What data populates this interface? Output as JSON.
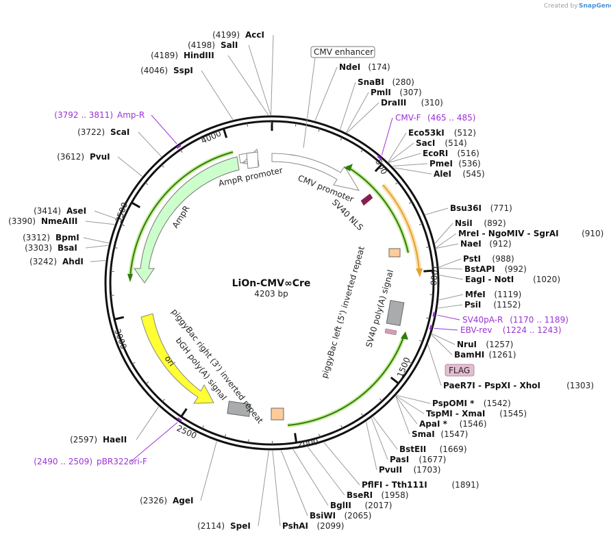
{
  "brand": {
    "created_by": "Created by",
    "name": "SnapGene"
  },
  "plasmid": {
    "name": "LiOn-CMV∞Cre",
    "size_label": "4203 bp",
    "length": 4203
  },
  "ticks": [
    "500",
    "1000",
    "1500",
    "2000",
    "2500",
    "3000",
    "3500",
    "4000"
  ],
  "enzymes": [
    {
      "pos": "(174)",
      "name": "NdeI",
      "bp": 174
    },
    {
      "pos": "(280)",
      "name": "SnaBI",
      "bp": 280
    },
    {
      "pos": "(307)",
      "name": "PmlI",
      "bp": 307
    },
    {
      "pos": "(310)",
      "name": "DraIII",
      "bp": 310
    },
    {
      "pos": "(512)",
      "name": "Eco53kI",
      "bp": 512
    },
    {
      "pos": "(514)",
      "name": "SacI",
      "bp": 514
    },
    {
      "pos": "(516)",
      "name": "EcoRI",
      "bp": 516
    },
    {
      "pos": "(536)",
      "name": "PmeI",
      "bp": 536
    },
    {
      "pos": "(545)",
      "name": "AleI",
      "bp": 545
    },
    {
      "pos": "(771)",
      "name": "Bsu36I",
      "bp": 771
    },
    {
      "pos": "(892)",
      "name": "NsiI",
      "bp": 892
    },
    {
      "pos": "(910)",
      "name": "MreI - NgoMIV - SgrAI",
      "bp": 910
    },
    {
      "pos": "(912)",
      "name": "NaeI",
      "bp": 912
    },
    {
      "pos": "(988)",
      "name": "PstI",
      "bp": 988
    },
    {
      "pos": "(992)",
      "name": "BstAPI",
      "bp": 992
    },
    {
      "pos": "(1020)",
      "name": "EagI - NotI",
      "bp": 1020
    },
    {
      "pos": "(1119)",
      "name": "MfeI",
      "bp": 1119
    },
    {
      "pos": "(1152)",
      "name": "PsiI",
      "bp": 1152
    },
    {
      "pos": "(1257)",
      "name": "NruI",
      "bp": 1257
    },
    {
      "pos": "(1261)",
      "name": "BamHI",
      "bp": 1261
    },
    {
      "pos": "(1303)",
      "name": "PaeR7I - PspXI - XhoI",
      "bp": 1303
    },
    {
      "pos": "(1542)",
      "name": "PspOMI *",
      "bp": 1542
    },
    {
      "pos": "(1545)",
      "name": "TspMI - XmaI",
      "bp": 1545
    },
    {
      "pos": "(1546)",
      "name": "ApaI *",
      "bp": 1546
    },
    {
      "pos": "(1547)",
      "name": "SmaI",
      "bp": 1547
    },
    {
      "pos": "(1669)",
      "name": "BstEII",
      "bp": 1669
    },
    {
      "pos": "(1677)",
      "name": "PasI",
      "bp": 1677
    },
    {
      "pos": "(1703)",
      "name": "PvuII",
      "bp": 1703
    },
    {
      "pos": "(1891)",
      "name": "PflFI - Tth111I",
      "bp": 1891
    },
    {
      "pos": "(1958)",
      "name": "BseRI",
      "bp": 1958
    },
    {
      "pos": "(2017)",
      "name": "BglII",
      "bp": 2017
    },
    {
      "pos": "(2065)",
      "name": "BsiWI",
      "bp": 2065
    },
    {
      "pos": "(2099)",
      "name": "PshAI",
      "bp": 2099
    },
    {
      "pos": "(2114)",
      "name": "SpeI",
      "bp": 2114
    },
    {
      "pos": "(2326)",
      "name": "AgeI",
      "bp": 2326
    },
    {
      "pos": "(2597)",
      "name": "HaeII",
      "bp": 2597
    },
    {
      "pos": "(3242)",
      "name": "AhdI",
      "bp": 3242
    },
    {
      "pos": "(3303)",
      "name": "BsaI",
      "bp": 3303
    },
    {
      "pos": "(3312)",
      "name": "BpmI",
      "bp": 3312
    },
    {
      "pos": "(3390)",
      "name": "NmeAIII",
      "bp": 3390
    },
    {
      "pos": "(3414)",
      "name": "AseI",
      "bp": 3414
    },
    {
      "pos": "(3612)",
      "name": "PvuI",
      "bp": 3612
    },
    {
      "pos": "(3722)",
      "name": "ScaI",
      "bp": 3722
    },
    {
      "pos": "(4046)",
      "name": "SspI",
      "bp": 4046
    },
    {
      "pos": "(4189)",
      "name": "HindIII",
      "bp": 4189
    },
    {
      "pos": "(4198)",
      "name": "SalI",
      "bp": 4198
    },
    {
      "pos": "(4199)",
      "name": "AccI",
      "bp": 4199
    }
  ],
  "primers": [
    {
      "name": "CMV-F",
      "range": "(465 .. 485)",
      "start": 465,
      "end": 485
    },
    {
      "name": "SV40pA-R",
      "range": "(1170 .. 1189)",
      "start": 1170,
      "end": 1189
    },
    {
      "name": "EBV-rev",
      "range": "(1224 .. 1243)",
      "start": 1224,
      "end": 1243
    },
    {
      "name": "pBR322ori-F",
      "range": "(2490 .. 2509)",
      "start": 2490,
      "end": 2509
    },
    {
      "name": "Amp-R",
      "range": "(3792 .. 3811)",
      "start": 3792,
      "end": 3811
    }
  ],
  "features": {
    "cmv_enhancer": "CMV enhancer",
    "cmv_promoter": "CMV promoter",
    "sv40_nls": "SV40 NLS",
    "flag": "FLAG",
    "pb_left_1": "piggyBac left (5') inverted repeat",
    "sv40_pa": "SV40 poly(A) signal",
    "pb_right_1": "piggyBac right (3') inverted repeat",
    "bgh_pa": "bGH poly(A) signal",
    "ori": "ori",
    "ampr": "AmpR",
    "ampr_promoter": "AmpR promoter"
  },
  "colors": {
    "backbone": "#111111",
    "ampr_fill": "#ccffcc",
    "ori_fill": "#ffff33",
    "promoter_fill": "#ffffff",
    "cds_border": "#2e7d0a",
    "cds_halo": "#c9ec9d",
    "orange_arrow": "#e3a32f",
    "orange_halo": "#fce2b3",
    "polyA": "#a9abad",
    "repeat": "#fdcc99",
    "nls": "#8a1c4f",
    "flag_fill": "#e3bdd0",
    "primer": "#9b30d6"
  }
}
